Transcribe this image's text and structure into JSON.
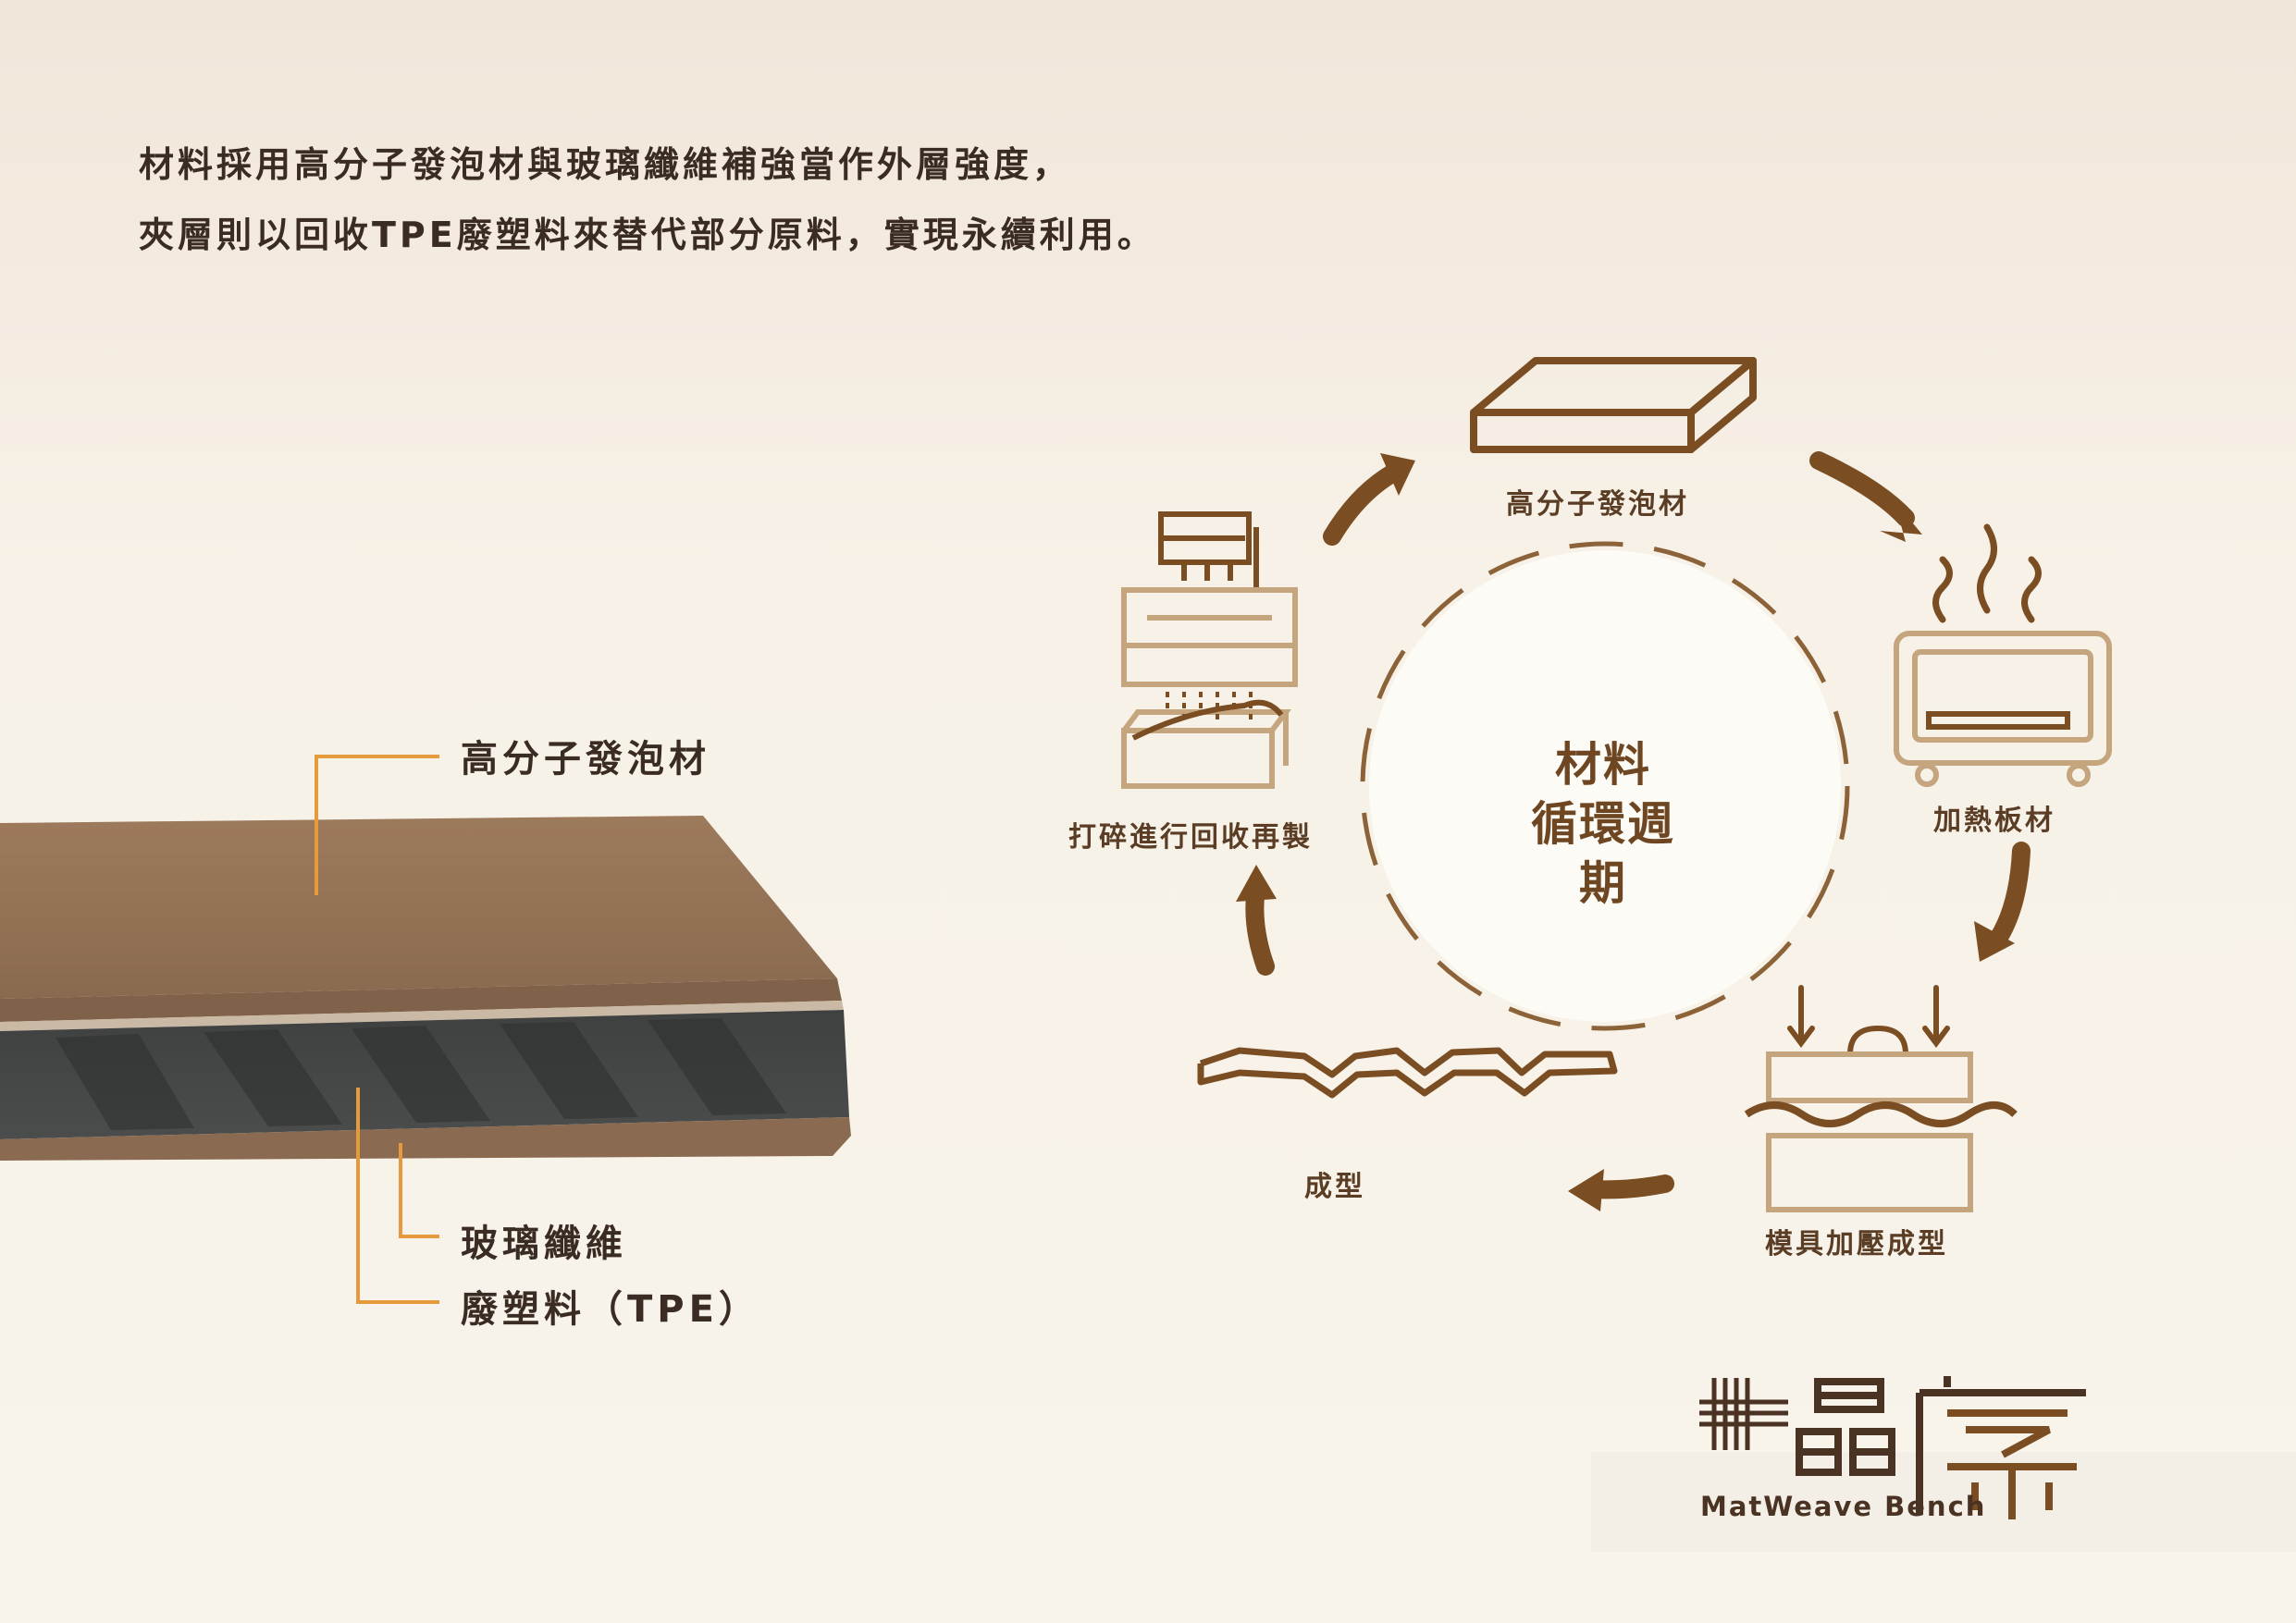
{
  "intro": {
    "line1": "材料採用高分子發泡材與玻璃纖維補強當作外層強度，",
    "line2": "夾層則以回收TPE廢塑料來替代部分原料，實現永續利用。"
  },
  "board_layers": {
    "top": "高分子發泡材",
    "fiber": "玻璃纖維",
    "core": "廢塑料（TPE）"
  },
  "cycle": {
    "center_line1": "材料",
    "center_line2": "循環週期",
    "steps": [
      {
        "label": "高分子發泡材",
        "icon": "foam-board-icon"
      },
      {
        "label": "加熱板材",
        "icon": "oven-icon"
      },
      {
        "label": "模具加壓成型",
        "icon": "mold-press-icon"
      },
      {
        "label": "成型",
        "icon": "wave-shape-icon"
      },
      {
        "label": "打碎進行回收再製",
        "icon": "shredder-icon"
      }
    ]
  },
  "logo": {
    "english": "MatWeave Bench",
    "chinese": "蓆序"
  },
  "colors": {
    "accent_brown": "#7a4d22",
    "leader_orange": "#e59b3d",
    "icon_light": "#c4a57e",
    "dashed_circle": "#8c6238"
  }
}
